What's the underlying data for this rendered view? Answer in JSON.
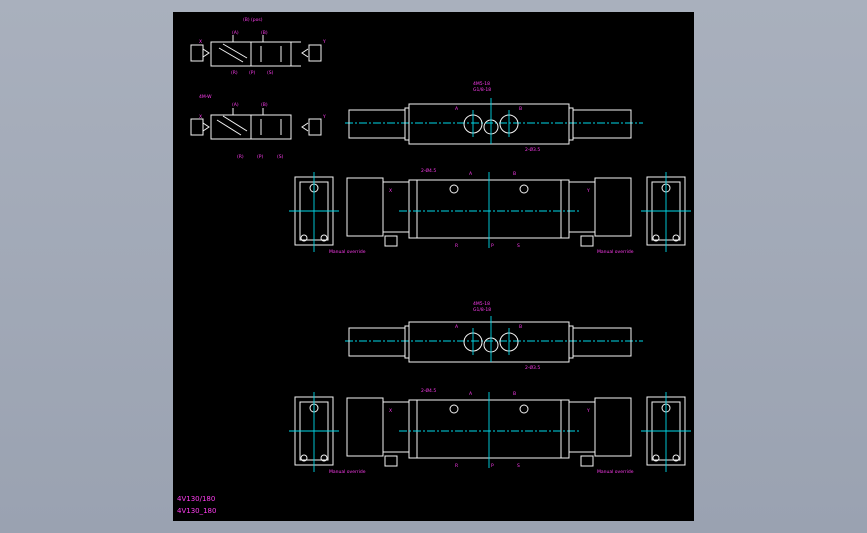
{
  "drawing": {
    "model_labels": [
      "4V130/180",
      "4V130_180"
    ],
    "schematic_top": {
      "header": "(B) (pos)",
      "upper_ports": [
        "(A)",
        "(B)"
      ],
      "lower_ports": [
        "(R)",
        "(P)",
        "(S)"
      ],
      "side_labels": [
        "X",
        "Y"
      ]
    },
    "schematic_bottom": {
      "header": "4M-W",
      "upper_ports": [
        "(A)",
        "(B)"
      ],
      "lower_ports": [
        "(R)",
        "(P)",
        "(S)"
      ],
      "side_labels": [
        "X",
        "Y"
      ]
    },
    "top_view_1": {
      "labels": [
        "4M5-18",
        "G1/8-18",
        "A",
        "B",
        "2-Ø3.5"
      ]
    },
    "front_view_1": {
      "labels": [
        "2-Ø4.5",
        "A",
        "B",
        "R",
        "P",
        "S",
        "X",
        "Y",
        "Manual override",
        "Manual override"
      ]
    },
    "top_view_2": {
      "labels": [
        "4M5-18",
        "G1/8-18",
        "A",
        "B",
        "2-Ø3.5"
      ]
    },
    "front_view_2": {
      "labels": [
        "2-Ø4.5",
        "A",
        "B",
        "R",
        "P",
        "S",
        "X",
        "Y",
        "Manual override",
        "Manual override"
      ]
    }
  }
}
